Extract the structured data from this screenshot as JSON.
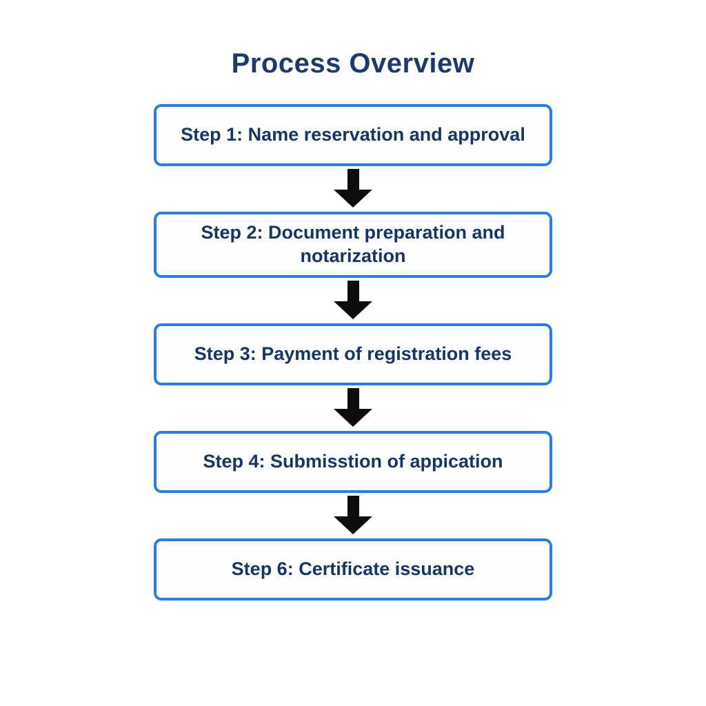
{
  "page": {
    "title": "Process Overview"
  },
  "steps": [
    {
      "label": "Step 1: Name reservation and approval"
    },
    {
      "label": "Step 2: Document preparation and notarization"
    },
    {
      "label": "Step 3: Payment of registration fees"
    },
    {
      "label": "Step 4: Submisstion of appication"
    },
    {
      "label": "Step 6: Certificate issuance"
    }
  ],
  "icons": {
    "connector": "down-arrow"
  },
  "colors": {
    "background": "#ffffff",
    "box_border": "#2b7de0",
    "box_background": "#fdfdfe",
    "step_text": "#17365f",
    "title_text": "#1e3a6d",
    "arrow": "#0d0d0d"
  }
}
